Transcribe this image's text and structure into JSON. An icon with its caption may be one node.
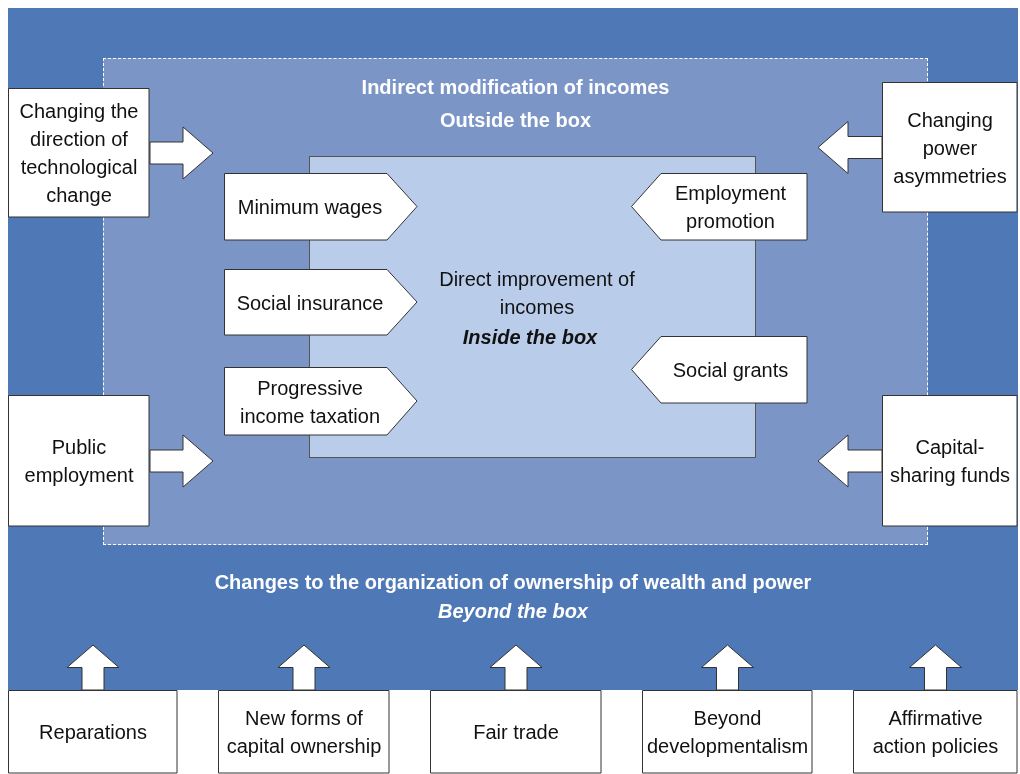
{
  "diagram": {
    "nodes": [
      {
        "text": [
          "Changes to the organization of ownership of wealth and power",
          "Beyond the box"
        ]
      },
      {
        "text": [
          "Indirect modification of incomes",
          "Outside the box"
        ],
        "in": 0
      },
      {
        "text": [
          "Direct improvement of incomes",
          "Inside the box"
        ],
        "in": 1
      },
      {
        "text": [
          "Minimum wages"
        ],
        "in": 1
      },
      {
        "text": [
          "Social insurance"
        ],
        "in": 1
      },
      {
        "text": [
          "Progressive income taxation"
        ],
        "in": 1
      },
      {
        "text": [
          "Employment promotion"
        ],
        "in": 1
      },
      {
        "text": [
          "Social grants"
        ],
        "in": 1
      },
      {
        "text": [
          "Changing the direction of technological change"
        ],
        "in": 0
      },
      {
        "text": [
          "Changing power asymmetries"
        ],
        "in": 0
      },
      {
        "text": [
          "Public employment"
        ],
        "in": 0
      },
      {
        "text": [
          "Capital-sharing funds"
        ],
        "in": 0
      },
      {
        "text": [
          "Reparations"
        ]
      },
      {
        "text": [
          "New forms of capital ownership"
        ]
      },
      {
        "text": [
          "Fair trade"
        ]
      },
      {
        "text": [
          "Beyond developmentalism"
        ]
      },
      {
        "text": [
          "Affirmative action policies"
        ]
      }
    ],
    "edges": [
      {
        "from": 8,
        "to": 1,
        "arrow": "to",
        "style": "thick"
      },
      {
        "from": 9,
        "to": 1,
        "arrow": "to",
        "style": "thick"
      },
      {
        "from": 10,
        "to": 1,
        "arrow": "to",
        "style": "thick"
      },
      {
        "from": 11,
        "to": 1,
        "arrow": "to",
        "style": "thick"
      },
      {
        "from": 12,
        "to": 0,
        "arrow": "to",
        "style": "thick"
      },
      {
        "from": 13,
        "to": 0,
        "arrow": "to",
        "style": "thick"
      },
      {
        "from": 14,
        "to": 0,
        "arrow": "to",
        "style": "thick"
      },
      {
        "from": 15,
        "to": 0,
        "arrow": "to",
        "style": "thick"
      },
      {
        "from": 16,
        "to": 0,
        "arrow": "to",
        "style": "thick"
      }
    ]
  }
}
